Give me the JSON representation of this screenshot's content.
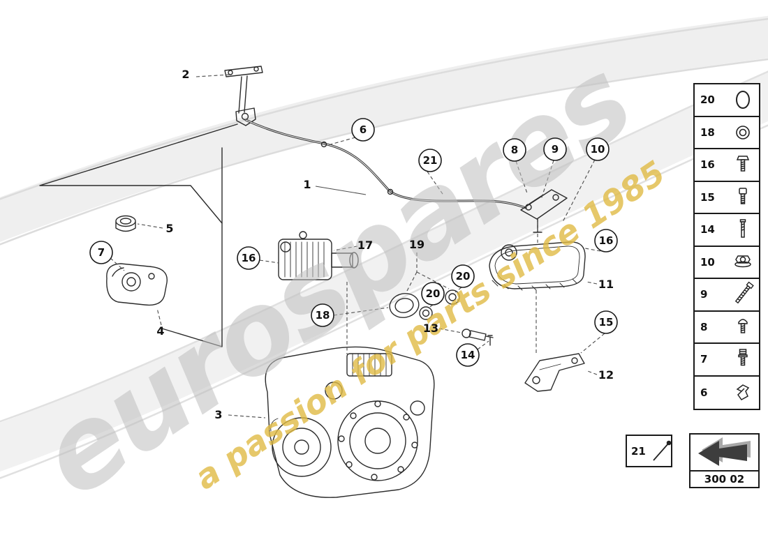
{
  "watermark": {
    "brand": "eurospares",
    "tagline": "a passion for parts since 1985"
  },
  "diagram": {
    "labels": {
      "n1": "1",
      "n2": "2",
      "n3": "3",
      "n4": "4",
      "n5": "5",
      "n6": "6",
      "n7": "7",
      "n8": "8",
      "n9": "9",
      "n10": "10",
      "n11": "11",
      "n12": "12",
      "n13": "13",
      "n14": "14",
      "n15": "15",
      "n16a": "16",
      "n16b": "16",
      "n17": "17",
      "n18": "18",
      "n19": "19",
      "n20a": "20",
      "n20b": "20",
      "n21": "21"
    }
  },
  "legend": {
    "items": [
      {
        "num": "20",
        "icon": "o-ring-large-icon"
      },
      {
        "num": "18",
        "icon": "o-ring-small-icon"
      },
      {
        "num": "16",
        "icon": "hex-bolt-icon"
      },
      {
        "num": "15",
        "icon": "socket-bolt-icon"
      },
      {
        "num": "14",
        "icon": "stud-pin-icon"
      },
      {
        "num": "10",
        "icon": "flange-nut-icon"
      },
      {
        "num": "9",
        "icon": "long-screw-icon"
      },
      {
        "num": "8",
        "icon": "pan-head-screw-icon"
      },
      {
        "num": "7",
        "icon": "cap-screw-icon"
      },
      {
        "num": "6",
        "icon": "retaining-clip-icon"
      }
    ]
  },
  "footer": {
    "pin_box_label": "21",
    "page_code": "300 02"
  },
  "colors": {
    "line": "#2b2b2b",
    "watermark_gray": "#bfbfbf",
    "tagline_yellow": "#e0bb45",
    "background": "#ffffff"
  }
}
